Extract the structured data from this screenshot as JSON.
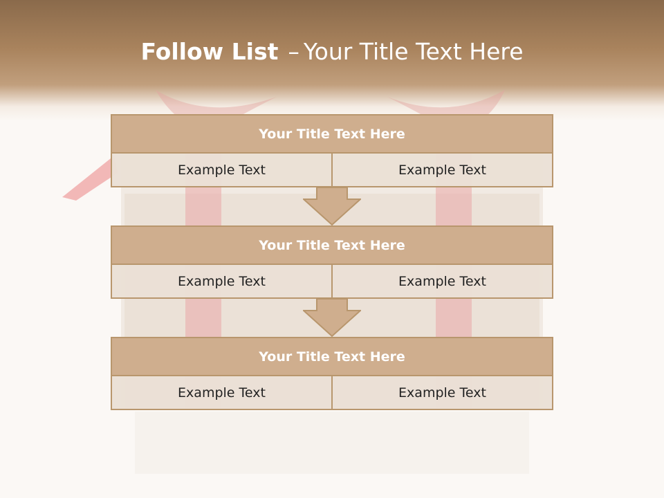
{
  "slide": {
    "title_bold": "Follow List",
    "title_dash": "–",
    "title_rest": "Your Title Text Here"
  },
  "blocks": [
    {
      "title": "Your Title Text Here",
      "left": "Example Text",
      "right": "Example Text"
    },
    {
      "title": "Your Title Text Here",
      "left": "Example Text",
      "right": "Example Text"
    },
    {
      "title": "Your Title Text Here",
      "left": "Example Text",
      "right": "Example Text"
    }
  ],
  "colors": {
    "header_band": "#a9835d",
    "block_title_fill": "#cfae8e",
    "cell_fill": "#eae0d6",
    "border": "#b8966d",
    "arrow_fill": "#cfae8e"
  }
}
